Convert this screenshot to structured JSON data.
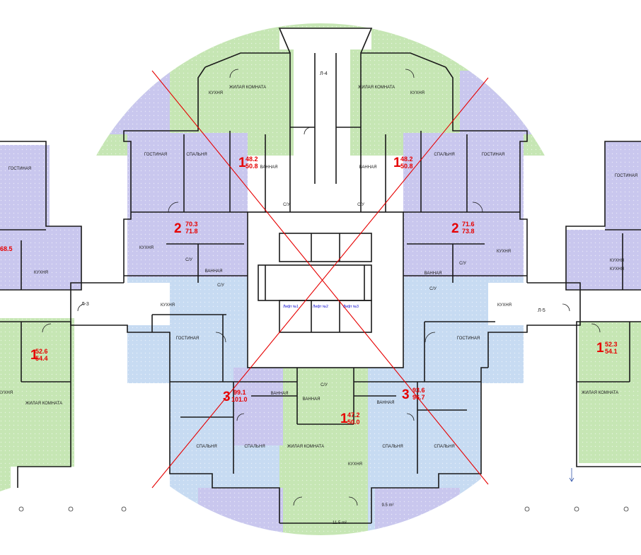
{
  "plan": {
    "colors": {
      "green": "#c6e6b4",
      "purple": "#c9c7ee",
      "blue": "#c7dbf2",
      "red": "#e60000",
      "wall": "#1a1a1a"
    },
    "labels": {
      "living_room": "ЖИЛАЯ КОМНАТА",
      "kitchen": "КУХНЯ",
      "lounge": "ГОСТИНАЯ",
      "bedroom": "СПАЛЬНЯ",
      "bathroom": "ВАННАЯ",
      "wc": "С/У"
    },
    "stairs": [
      "Л-3",
      "Л-4",
      "Л-5"
    ],
    "lifts": [
      "Лифт №1",
      "Лифт №2",
      "Лифт №3"
    ],
    "apartments": [
      {
        "id": "tl",
        "rooms": "1",
        "area_top": "48.2",
        "area_bottom": "50.8"
      },
      {
        "id": "tr",
        "rooms": "1",
        "area_top": "48.2",
        "area_bottom": "50.8"
      },
      {
        "id": "ml",
        "rooms": "2",
        "area_top": "70.3",
        "area_bottom": "71.8"
      },
      {
        "id": "mr",
        "rooms": "2",
        "area_top": "71.6",
        "area_bottom": "73.8"
      },
      {
        "id": "ll",
        "rooms": "3",
        "area_top": "99.1",
        "area_bottom": "101.0"
      },
      {
        "id": "lr",
        "rooms": "3",
        "area_top": "93.6",
        "area_bottom": "96.7"
      },
      {
        "id": "bc",
        "rooms": "1",
        "area_top": "47.2",
        "area_bottom": "50.0"
      },
      {
        "id": "fl",
        "rooms": "1",
        "area_top": "52.6",
        "area_bottom": "54.4"
      },
      {
        "id": "fr",
        "rooms": "1",
        "area_top": "52.3",
        "area_bottom": "54.1"
      },
      {
        "id": "wl",
        "rooms": "",
        "area_top": "68.5",
        "area_bottom": ""
      }
    ],
    "area_notes": [
      "11.5 m²",
      "9.5 m²"
    ]
  }
}
